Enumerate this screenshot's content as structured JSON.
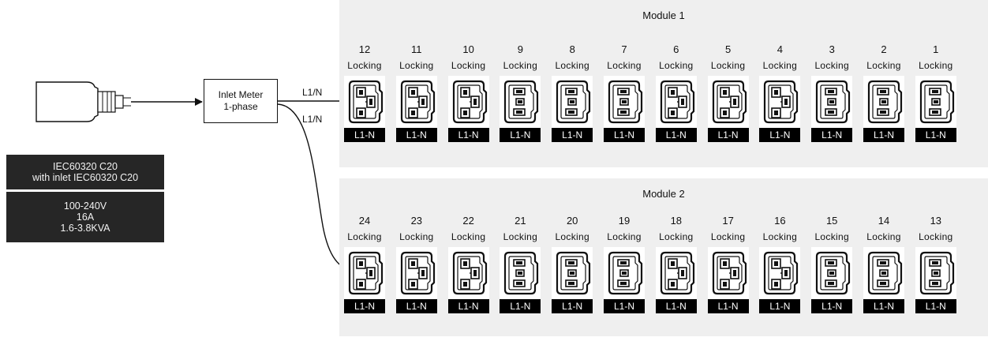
{
  "spec": {
    "plug_line1": "IEC60320 C20",
    "plug_line2": "with inlet IEC60320 C20",
    "voltage": "100-240V",
    "current": "16A",
    "power": "1.6-3.8KVA"
  },
  "meter": {
    "line1": "Inlet Meter",
    "line2": "1-phase"
  },
  "feeds": [
    "L1/N",
    "L1/N"
  ],
  "modules": [
    {
      "title": "Module 1",
      "outlets": [
        {
          "num": "12",
          "lock": "Locking",
          "label": "L1-N",
          "type": "c19"
        },
        {
          "num": "11",
          "lock": "Locking",
          "label": "L1-N",
          "type": "c19"
        },
        {
          "num": "10",
          "lock": "Locking",
          "label": "L1-N",
          "type": "c19"
        },
        {
          "num": "9",
          "lock": "Locking",
          "label": "L1-N",
          "type": "c13"
        },
        {
          "num": "8",
          "lock": "Locking",
          "label": "L1-N",
          "type": "c13"
        },
        {
          "num": "7",
          "lock": "Locking",
          "label": "L1-N",
          "type": "c13"
        },
        {
          "num": "6",
          "lock": "Locking",
          "label": "L1-N",
          "type": "c19"
        },
        {
          "num": "5",
          "lock": "Locking",
          "label": "L1-N",
          "type": "c19"
        },
        {
          "num": "4",
          "lock": "Locking",
          "label": "L1-N",
          "type": "c19"
        },
        {
          "num": "3",
          "lock": "Locking",
          "label": "L1-N",
          "type": "c13"
        },
        {
          "num": "2",
          "lock": "Locking",
          "label": "L1-N",
          "type": "c13"
        },
        {
          "num": "1",
          "lock": "Locking",
          "label": "L1-N",
          "type": "c13"
        }
      ]
    },
    {
      "title": "Module 2",
      "outlets": [
        {
          "num": "24",
          "lock": "Locking",
          "label": "L1-N",
          "type": "c19"
        },
        {
          "num": "23",
          "lock": "Locking",
          "label": "L1-N",
          "type": "c19"
        },
        {
          "num": "22",
          "lock": "Locking",
          "label": "L1-N",
          "type": "c19"
        },
        {
          "num": "21",
          "lock": "Locking",
          "label": "L1-N",
          "type": "c13"
        },
        {
          "num": "20",
          "lock": "Locking",
          "label": "L1-N",
          "type": "c13"
        },
        {
          "num": "19",
          "lock": "Locking",
          "label": "L1-N",
          "type": "c13"
        },
        {
          "num": "18",
          "lock": "Locking",
          "label": "L1-N",
          "type": "c19"
        },
        {
          "num": "17",
          "lock": "Locking",
          "label": "L1-N",
          "type": "c19"
        },
        {
          "num": "16",
          "lock": "Locking",
          "label": "L1-N",
          "type": "c19"
        },
        {
          "num": "15",
          "lock": "Locking",
          "label": "L1-N",
          "type": "c13"
        },
        {
          "num": "14",
          "lock": "Locking",
          "label": "L1-N",
          "type": "c13"
        },
        {
          "num": "13",
          "lock": "Locking",
          "label": "L1-N",
          "type": "c13"
        }
      ]
    }
  ]
}
